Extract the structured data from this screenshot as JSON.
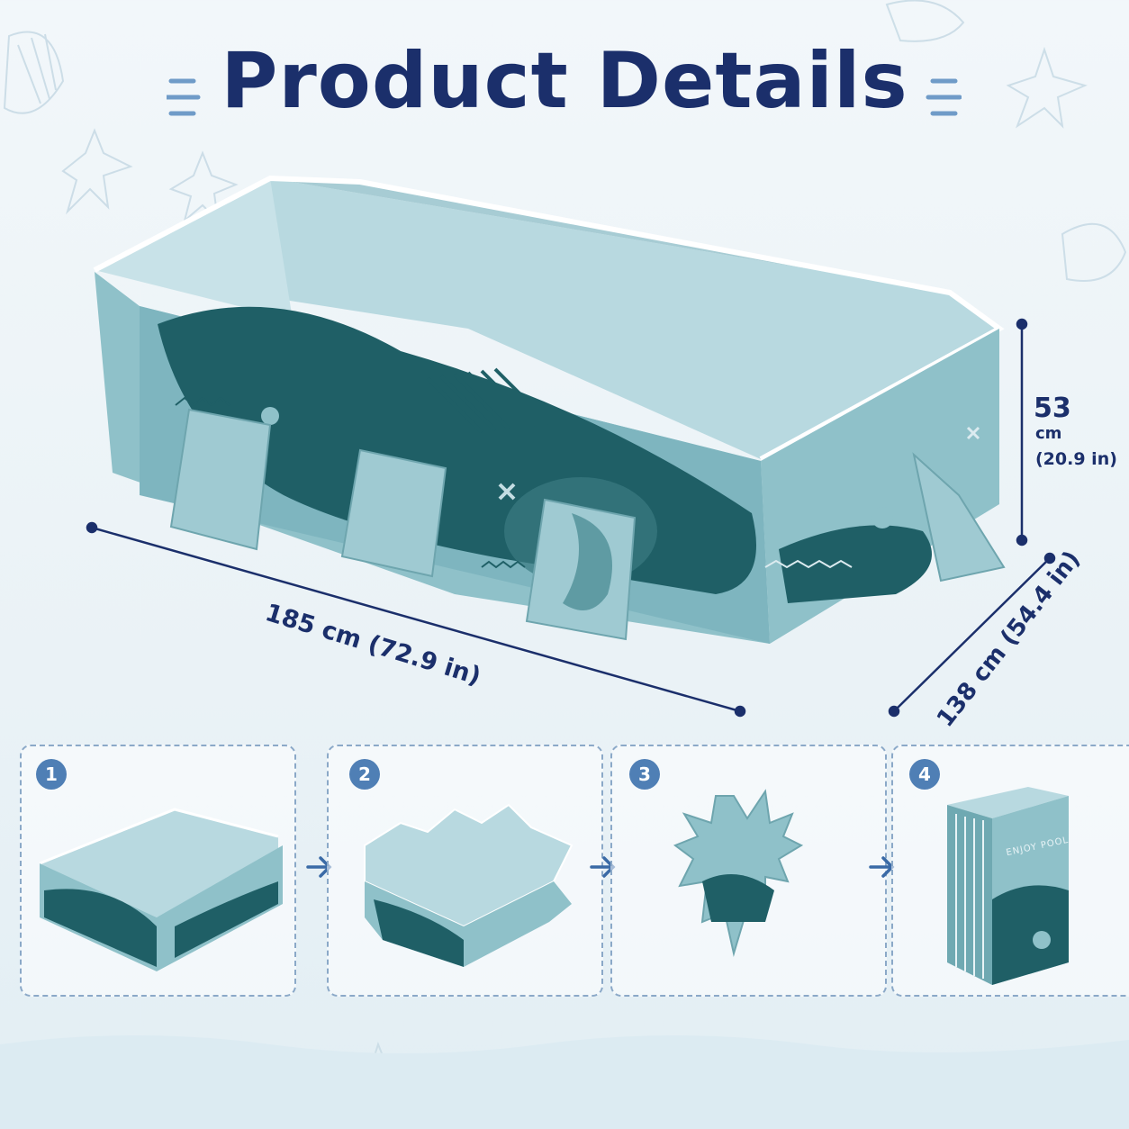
{
  "title": "Product Details",
  "dimensions": {
    "length": "185 cm (72.9 in)",
    "width": "138 cm (54.4 in)",
    "height_value": "53",
    "height_unit": "cm",
    "height_imperial": "(20.9 in)"
  },
  "steps": [
    {
      "number": "1"
    },
    {
      "number": "2"
    },
    {
      "number": "3"
    },
    {
      "number": "4"
    }
  ],
  "box_label": "ENJOY POOL",
  "colors": {
    "title": "#1b2f6b",
    "badge": "#4f7fb5",
    "pool_light": "#8fc1c9",
    "pool_dark": "#1f5f66",
    "pool_inner": "#b8d9e0",
    "dash": "#8ba9c8"
  }
}
